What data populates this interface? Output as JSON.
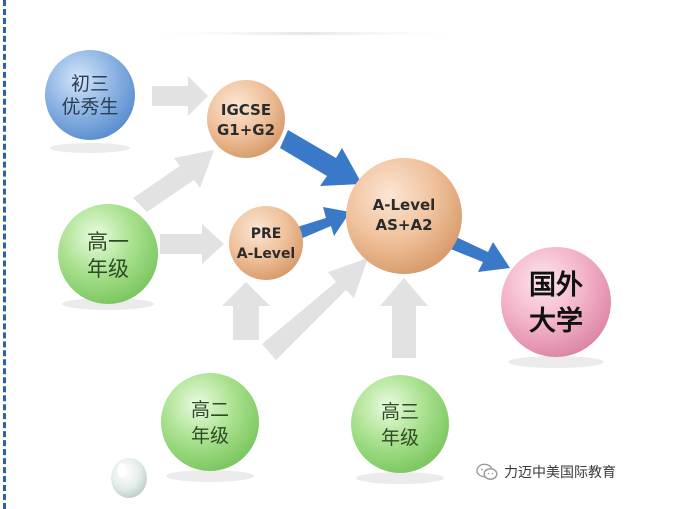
{
  "nodes": {
    "chusan": {
      "lines": [
        "初三",
        "优秀生"
      ]
    },
    "gaoyi": {
      "lines": [
        "高一",
        "年级"
      ]
    },
    "gaoer": {
      "lines": [
        "高二",
        "年级"
      ]
    },
    "gaosan": {
      "lines": [
        "高三",
        "年级"
      ]
    },
    "igcse": {
      "lines": [
        "IGCSE",
        "G1+G2"
      ]
    },
    "pre": {
      "lines": [
        "PRE",
        "A-Level"
      ]
    },
    "alevel": {
      "lines": [
        "A-Level",
        "AS+A2"
      ]
    },
    "university": {
      "lines": [
        "国外",
        "大学"
      ]
    }
  },
  "watermark": {
    "text": "力迈中美国际教育",
    "icon": "wechat-icon"
  },
  "colors": {
    "blue_node": "#7fa9dc",
    "green_node": "#9fdc84",
    "orange_node": "#f0c29d",
    "pink_node": "#f3b3c9",
    "blue_arrow": "#3a78c8",
    "grey_arrow": "#e0e0e0",
    "border": "#2f5fa8"
  }
}
